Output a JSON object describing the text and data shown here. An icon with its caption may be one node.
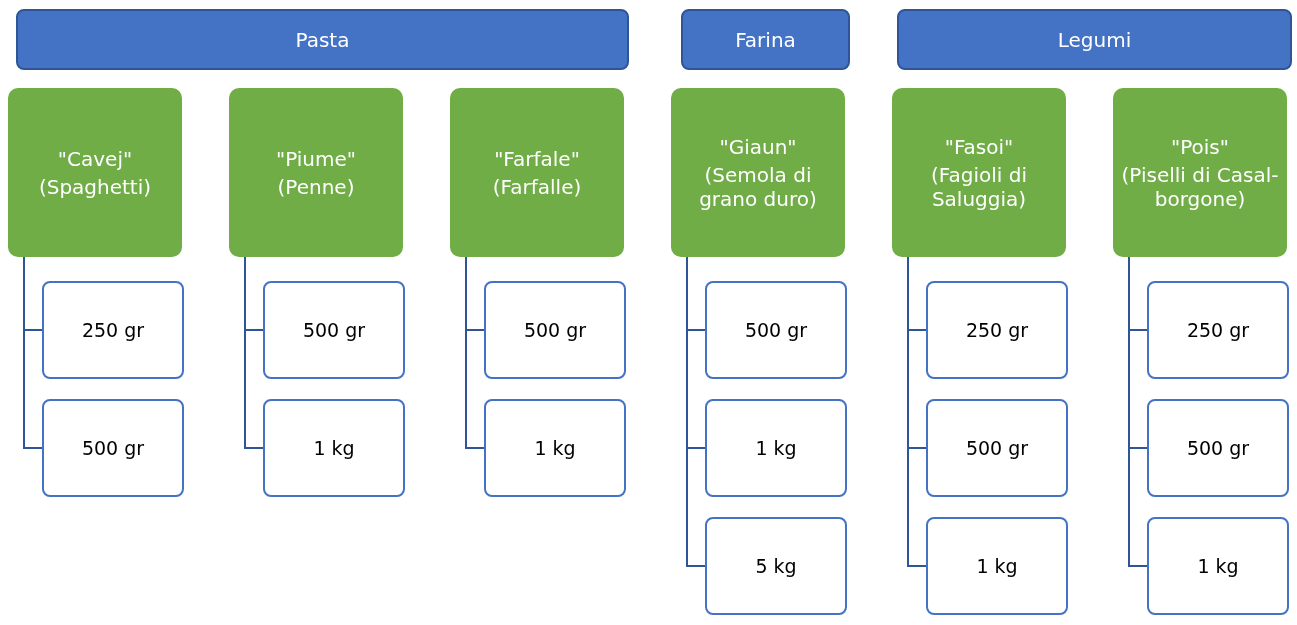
{
  "diagram": {
    "nodes": [
      {
        "text": [
          "Pasta"
        ]
      },
      {
        "text": [
          "Farina"
        ]
      },
      {
        "text": [
          "Legumi"
        ]
      },
      {
        "text": [
          "\"Cavej\"",
          "(Spaghetti)"
        ]
      },
      {
        "text": [
          "\"Piume\"",
          "(Penne)"
        ]
      },
      {
        "text": [
          "\"Farfale\"",
          "(Farfalle)"
        ]
      },
      {
        "text": [
          "\"Giaun\"",
          "(Semola di grano duro)"
        ]
      },
      {
        "text": [
          "\"Fasoi\"",
          "(Fagioli di Saluggia)"
        ]
      },
      {
        "text": [
          "\"Pois\"",
          "(Piselli di Casal-borgone)"
        ]
      },
      {
        "text": [
          "250 gr"
        ]
      },
      {
        "text": [
          "500 gr"
        ]
      },
      {
        "text": [
          "500 gr"
        ]
      },
      {
        "text": [
          "1 kg"
        ]
      },
      {
        "text": [
          "500 gr"
        ]
      },
      {
        "text": [
          "1 kg"
        ]
      },
      {
        "text": [
          "500 gr"
        ]
      },
      {
        "text": [
          "1 kg"
        ]
      },
      {
        "text": [
          "5 kg"
        ]
      },
      {
        "text": [
          "250 gr"
        ]
      },
      {
        "text": [
          "500 gr"
        ]
      },
      {
        "text": [
          "1 kg"
        ]
      },
      {
        "text": [
          "250 gr"
        ]
      },
      {
        "text": [
          "500 gr"
        ]
      },
      {
        "text": [
          "1 kg"
        ]
      }
    ],
    "edges": [
      {
        "from": 3,
        "to": 9,
        "arrow": "none"
      },
      {
        "from": 3,
        "to": 10,
        "arrow": "none"
      },
      {
        "from": 4,
        "to": 11,
        "arrow": "none"
      },
      {
        "from": 4,
        "to": 12,
        "arrow": "none"
      },
      {
        "from": 5,
        "to": 13,
        "arrow": "none"
      },
      {
        "from": 5,
        "to": 14,
        "arrow": "none"
      },
      {
        "from": 6,
        "to": 15,
        "arrow": "none"
      },
      {
        "from": 6,
        "to": 16,
        "arrow": "none"
      },
      {
        "from": 6,
        "to": 17,
        "arrow": "none"
      },
      {
        "from": 7,
        "to": 18,
        "arrow": "none"
      },
      {
        "from": 7,
        "to": 19,
        "arrow": "none"
      },
      {
        "from": 7,
        "to": 20,
        "arrow": "none"
      },
      {
        "from": 8,
        "to": 21,
        "arrow": "none"
      },
      {
        "from": 8,
        "to": 22,
        "arrow": "none"
      },
      {
        "from": 8,
        "to": 23,
        "arrow": "none"
      }
    ]
  }
}
